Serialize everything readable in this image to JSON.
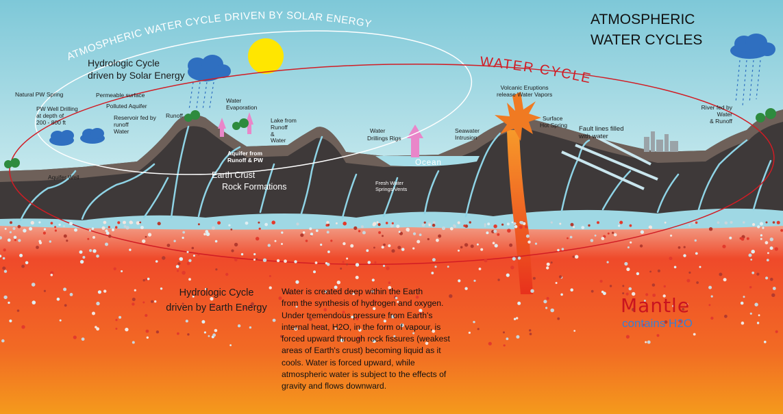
{
  "title": {
    "line1": "ATMOSPHERIC",
    "line2": "WATER CYCLES"
  },
  "arc_labels": {
    "solar_arc": "ATMOSPHERIC WATER CYCLE DRIVEN BY SOLAR ENERGY",
    "water_cycle": "WATER CYCLE"
  },
  "labels": {
    "hydro_solar_1": "Hydrologic Cycle",
    "hydro_solar_2": "driven by Solar Energy",
    "natural_pw_spring": "Natural PW Spring",
    "pw_well_1": "PW Well Drilling",
    "pw_well_2": "at depth of",
    "pw_well_3": "200 - 800 ft",
    "permeable_surface": "Permeable surface",
    "polluted_aquifer": "Polluted Aquifer",
    "reservoir_1": "Reservoir fed by",
    "reservoir_2": "runoff",
    "reservoir_3": "Water",
    "runoff": "Runoff",
    "water_evap_1": "Water",
    "water_evap_2": "Evaporation",
    "lake_1": "Lake from",
    "lake_2": "Runoff",
    "lake_3": "&",
    "lake_4": "Water",
    "aquifer_runoff_1": "Aquifer from",
    "aquifer_runoff_2": "Runoff & PW",
    "water_drill_1": "Water",
    "water_drill_2": "Drillings Rigs",
    "aquifer_well": "Aquifer Well",
    "earth_crust_1": "Earth Crust",
    "earth_crust_2": "Rock Formations",
    "fresh_water_1": "Fresh Water",
    "fresh_water_2": "Springs/Vents",
    "ocean": "Ocean",
    "seawater_1": "Seawater",
    "seawater_2": "Intrusion",
    "volcanic_1": "Volcanic Eruptions",
    "volcanic_2": "release Water Vapors",
    "surface_spring_1": "Surface",
    "surface_spring_2": "Hot Spring",
    "fault_1": "Fault lines filled",
    "fault_2": "with water",
    "river_1": "River fed by",
    "river_2": "Water",
    "river_3": "& Runoff",
    "hydro_earth_1": "Hydrologic Cycle",
    "hydro_earth_2": "driven by Earth Energy",
    "mantle": "Mantle",
    "mantle_contains": "contains H2O"
  },
  "paragraph": [
    "Water is created deep within the Earth",
    "from the synthesis of hydrogen and oxygen.",
    "Under tremendous pressure from Earth's",
    "internal heat, H2O, in the form of vapour, is",
    "forced upward through rock fissures (weakest",
    "areas of Earth's crust) becoming liquid as it",
    "cools. Water is forced upward, while",
    "atmospheric water is subject to the effects of",
    "gravity and flows downward."
  ],
  "colors": {
    "sky_top": "#7ec8d8",
    "sky_bottom": "#c9ebef",
    "crust": "#3e3939",
    "crust_top": "#7a6a62",
    "water_vein": "#8fd4e6",
    "mantle_top": "#f04a2a",
    "mantle_bottom": "#f4921c",
    "water_cycle_red": "#d11c24",
    "cloud_blue": "#2f6fc0",
    "sun": "#ffe600",
    "mantle_blue": "#3b7fcf"
  }
}
